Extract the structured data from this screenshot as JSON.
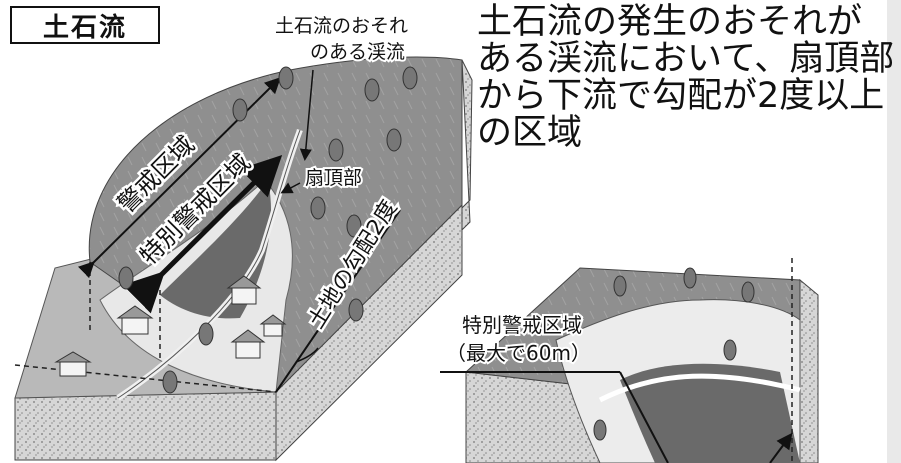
{
  "title": "土石流",
  "description_lines": [
    "土石流の発生のおそれが",
    "ある渓流において、扇頂部",
    "から下流で勾配が2度以上",
    "の区域"
  ],
  "labels": {
    "stream_line1": "土石流のおそれ",
    "stream_line2": "のある渓流",
    "fan_apex": "扇頂部",
    "warning_zone": "警戒区域",
    "special_zone": "特別警戒区域",
    "slope": "土地の勾配2度",
    "special_zone_right": "特別警戒区域",
    "special_zone_right_note": "（最大で60m）"
  },
  "colors": {
    "slope_gray": "#8c8c8c",
    "dark_zone": "#5a5a5a",
    "light_zone": "#e4e4e4",
    "ground": "#d0d0d0"
  }
}
